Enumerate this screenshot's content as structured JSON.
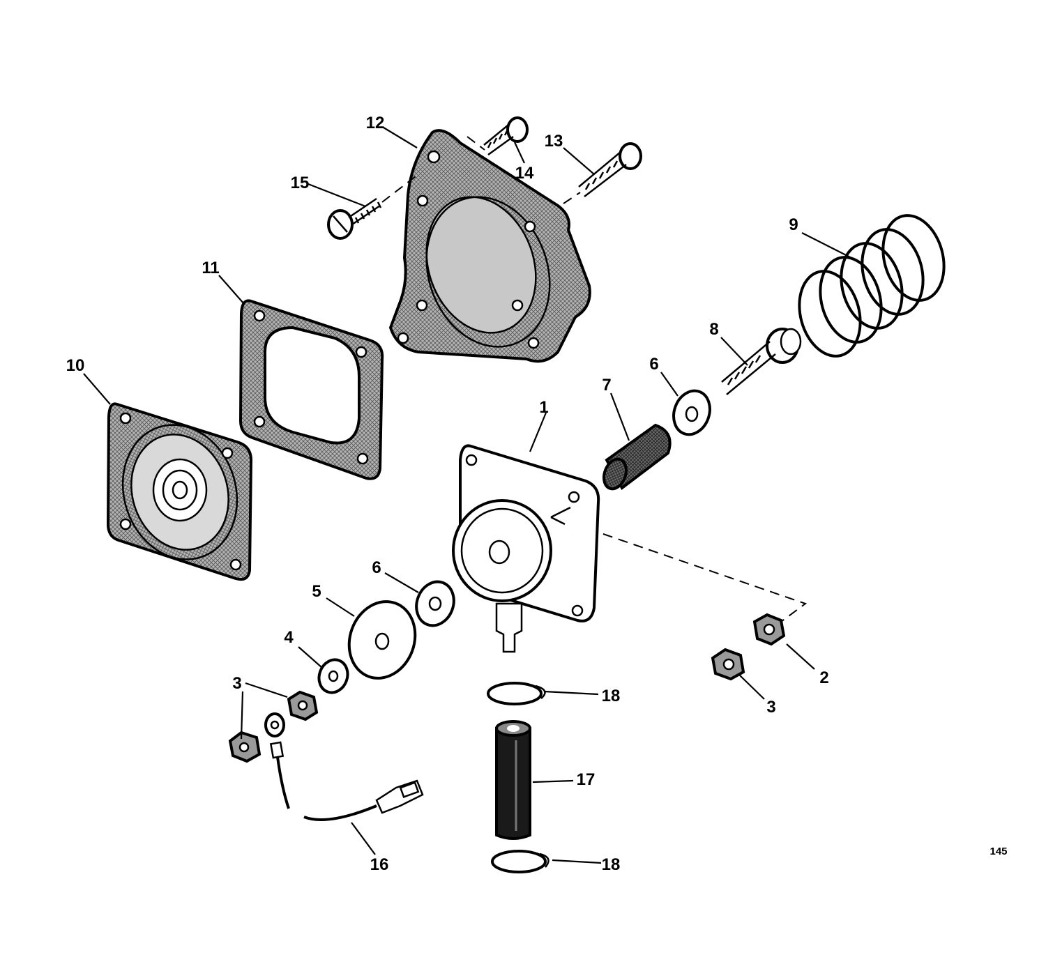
{
  "figure_number": "145",
  "callouts": {
    "c1": "1",
    "c2": "2",
    "c3a": "3",
    "c3b": "3",
    "c4": "4",
    "c5": "5",
    "c6a": "6",
    "c6b": "6",
    "c7": "7",
    "c8": "8",
    "c9": "9",
    "c10": "10",
    "c11": "11",
    "c12": "12",
    "c13": "13",
    "c14": "14",
    "c15": "15",
    "c16": "16",
    "c17": "17",
    "c18a": "18",
    "c18b": "18"
  },
  "colors": {
    "ink": "#000000",
    "stipple": "#8a8a8a",
    "paper": "#ffffff"
  }
}
